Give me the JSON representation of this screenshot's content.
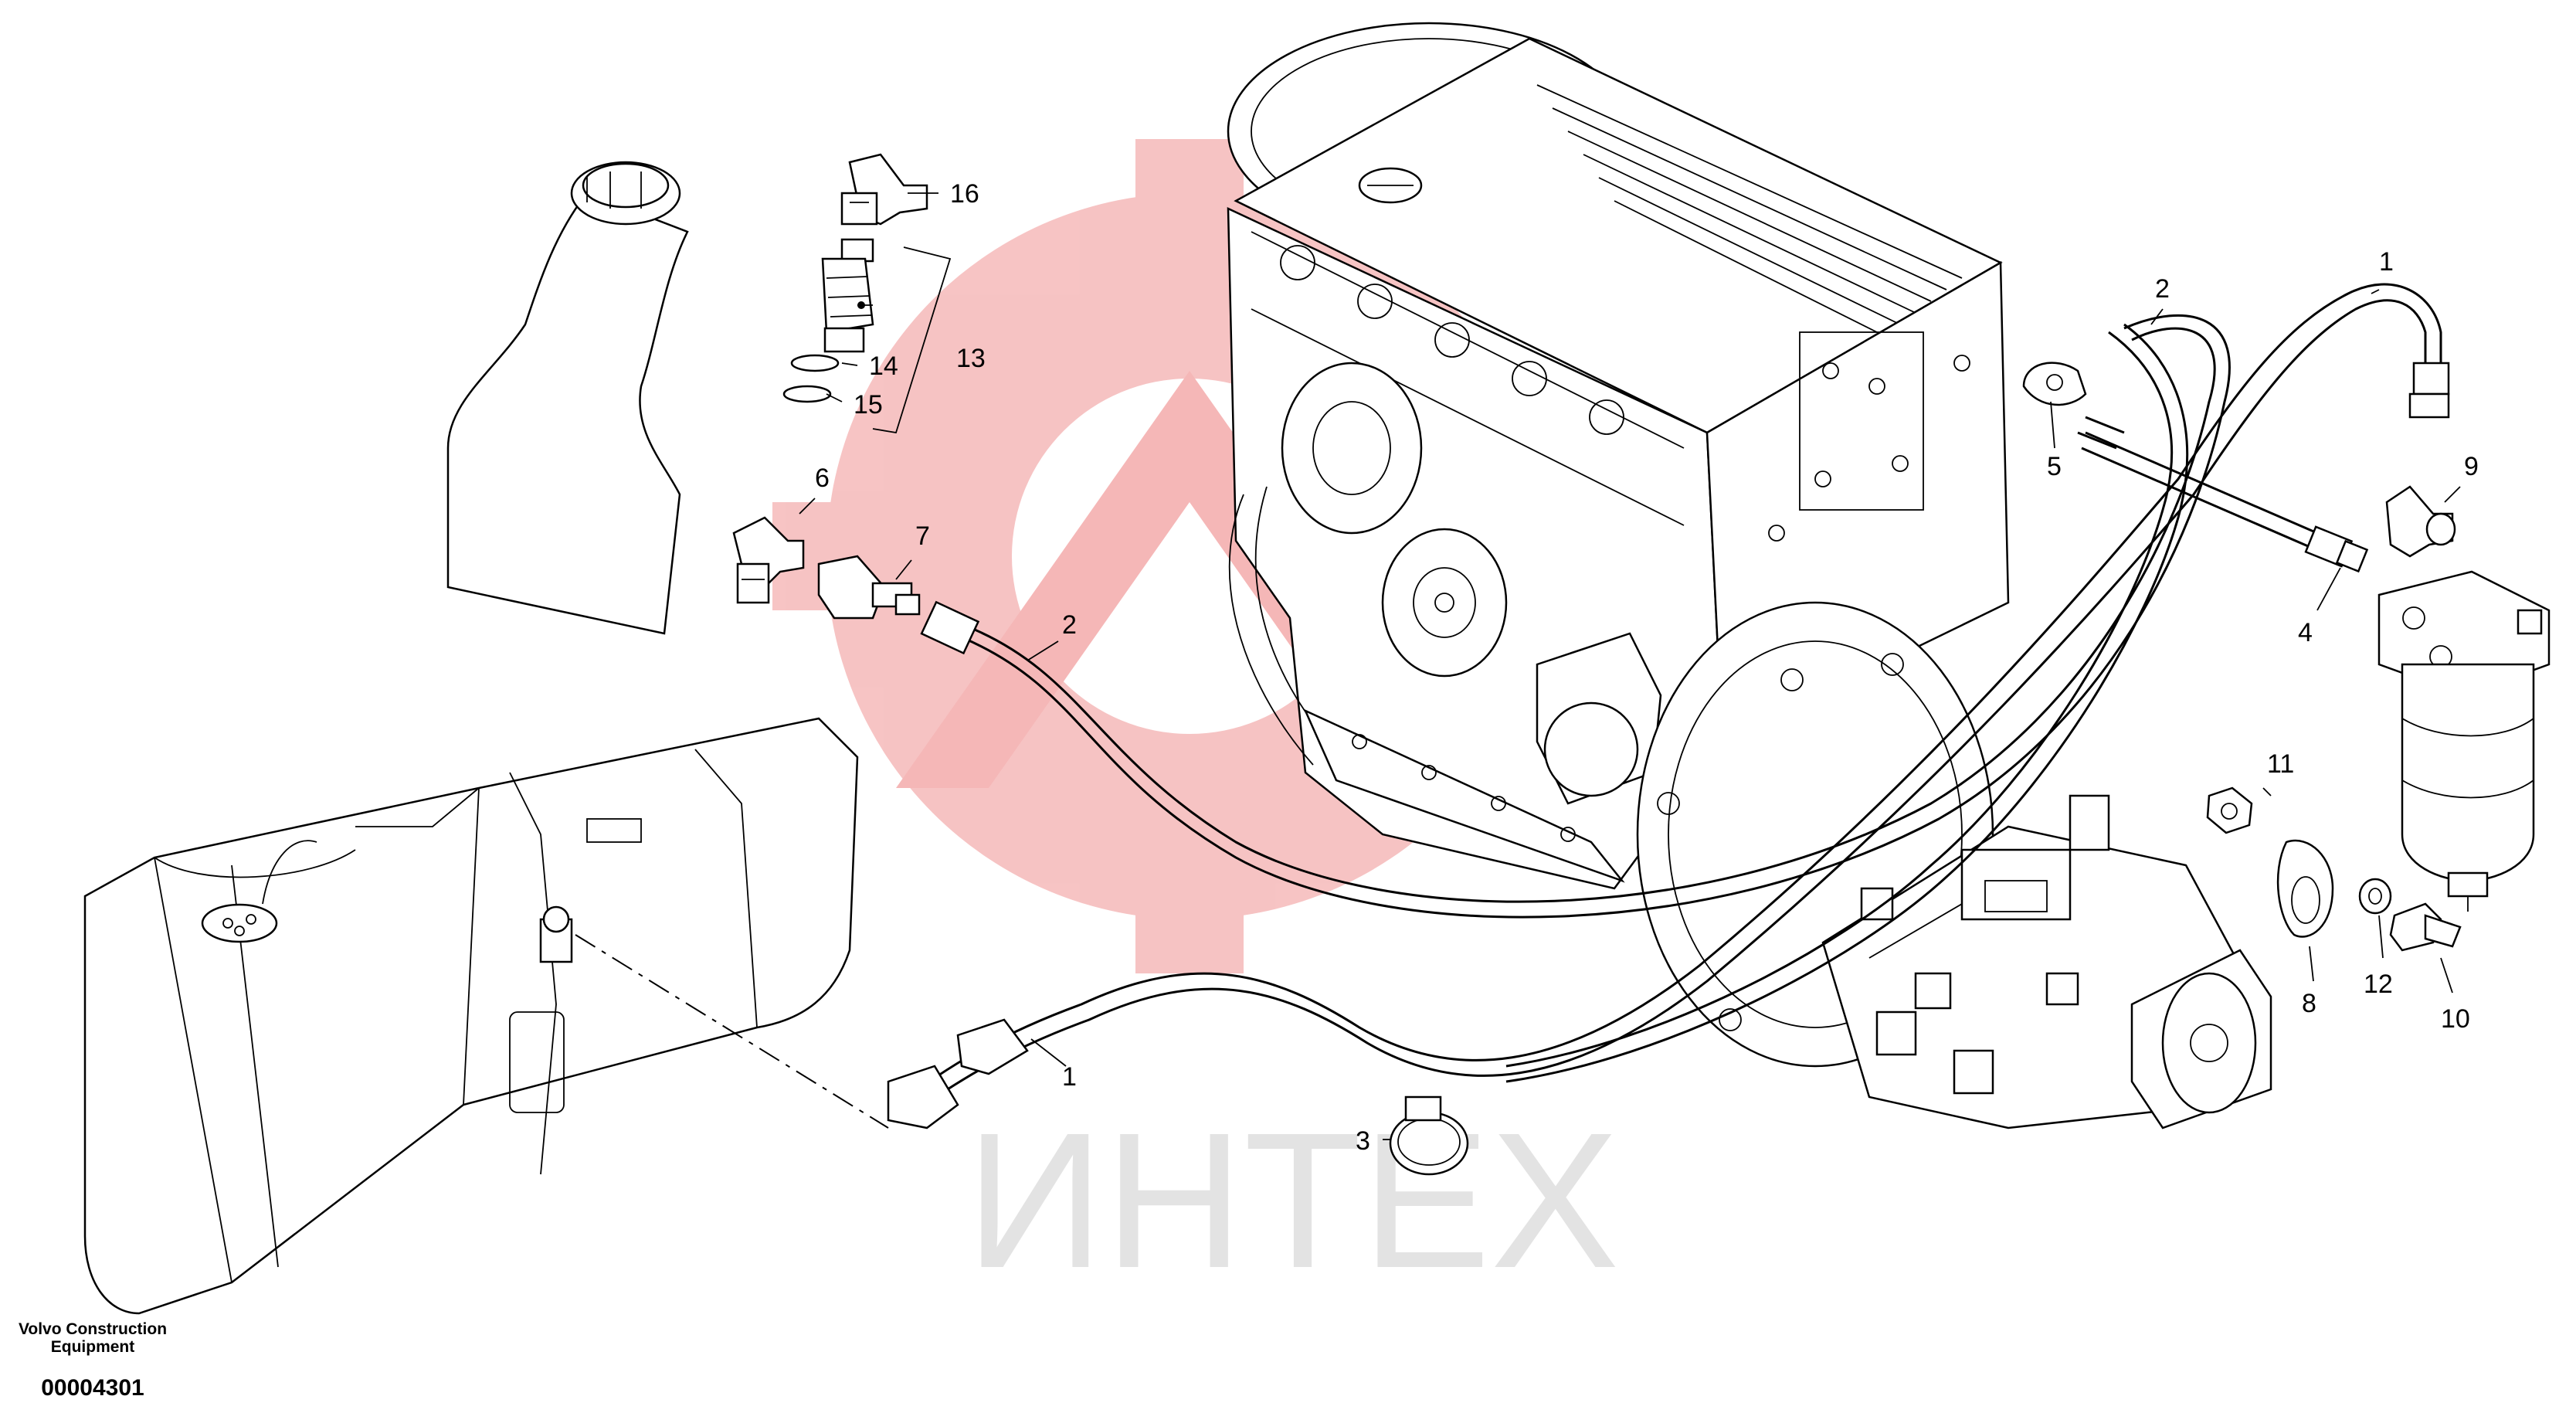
{
  "watermark": {
    "text": "ИНТЕХ",
    "color": "#f4b0b0"
  },
  "footer": {
    "brand_line1": "Volvo Construction",
    "brand_line2": "Equipment",
    "doc_id": "00004301"
  },
  "callouts": {
    "c1a": "1",
    "c1b": "1",
    "c2a": "2",
    "c2b": "2",
    "c3": "3",
    "c4": "4",
    "c5": "5",
    "c6": "6",
    "c7": "7",
    "c8": "8",
    "c9": "9",
    "c10": "10",
    "c11": "11",
    "c12": "12",
    "c13": "13",
    "c14": "14",
    "c15": "15",
    "c16": "16"
  }
}
